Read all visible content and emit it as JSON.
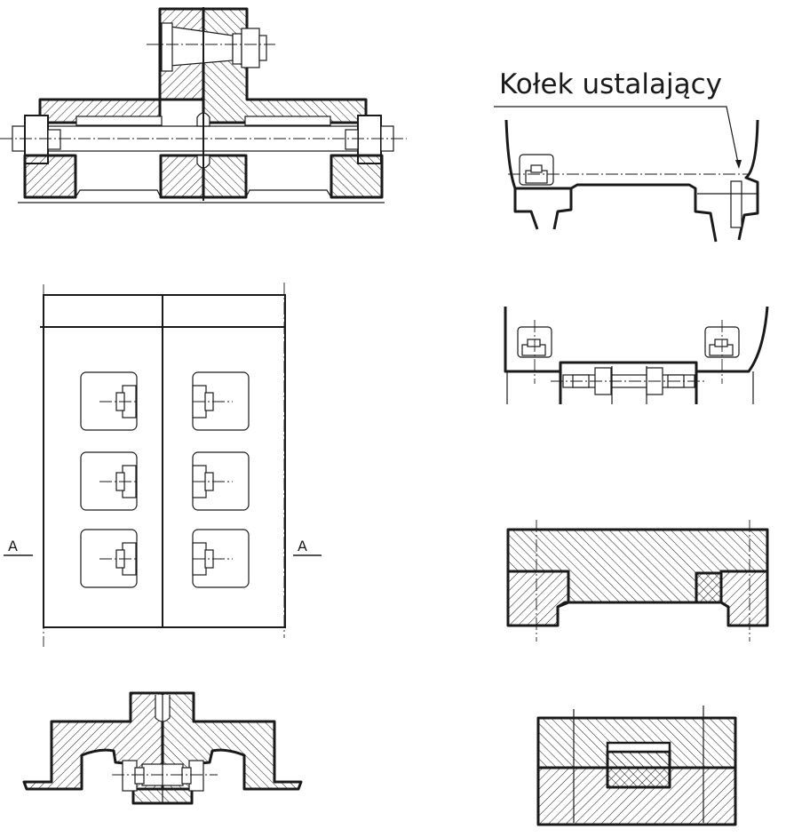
{
  "figure": {
    "callout_label": "Kołek ustalający",
    "section_mark_left": "A",
    "section_mark_right": "A"
  },
  "colors": {
    "line": "#1a1a1a",
    "background": "#ffffff"
  }
}
